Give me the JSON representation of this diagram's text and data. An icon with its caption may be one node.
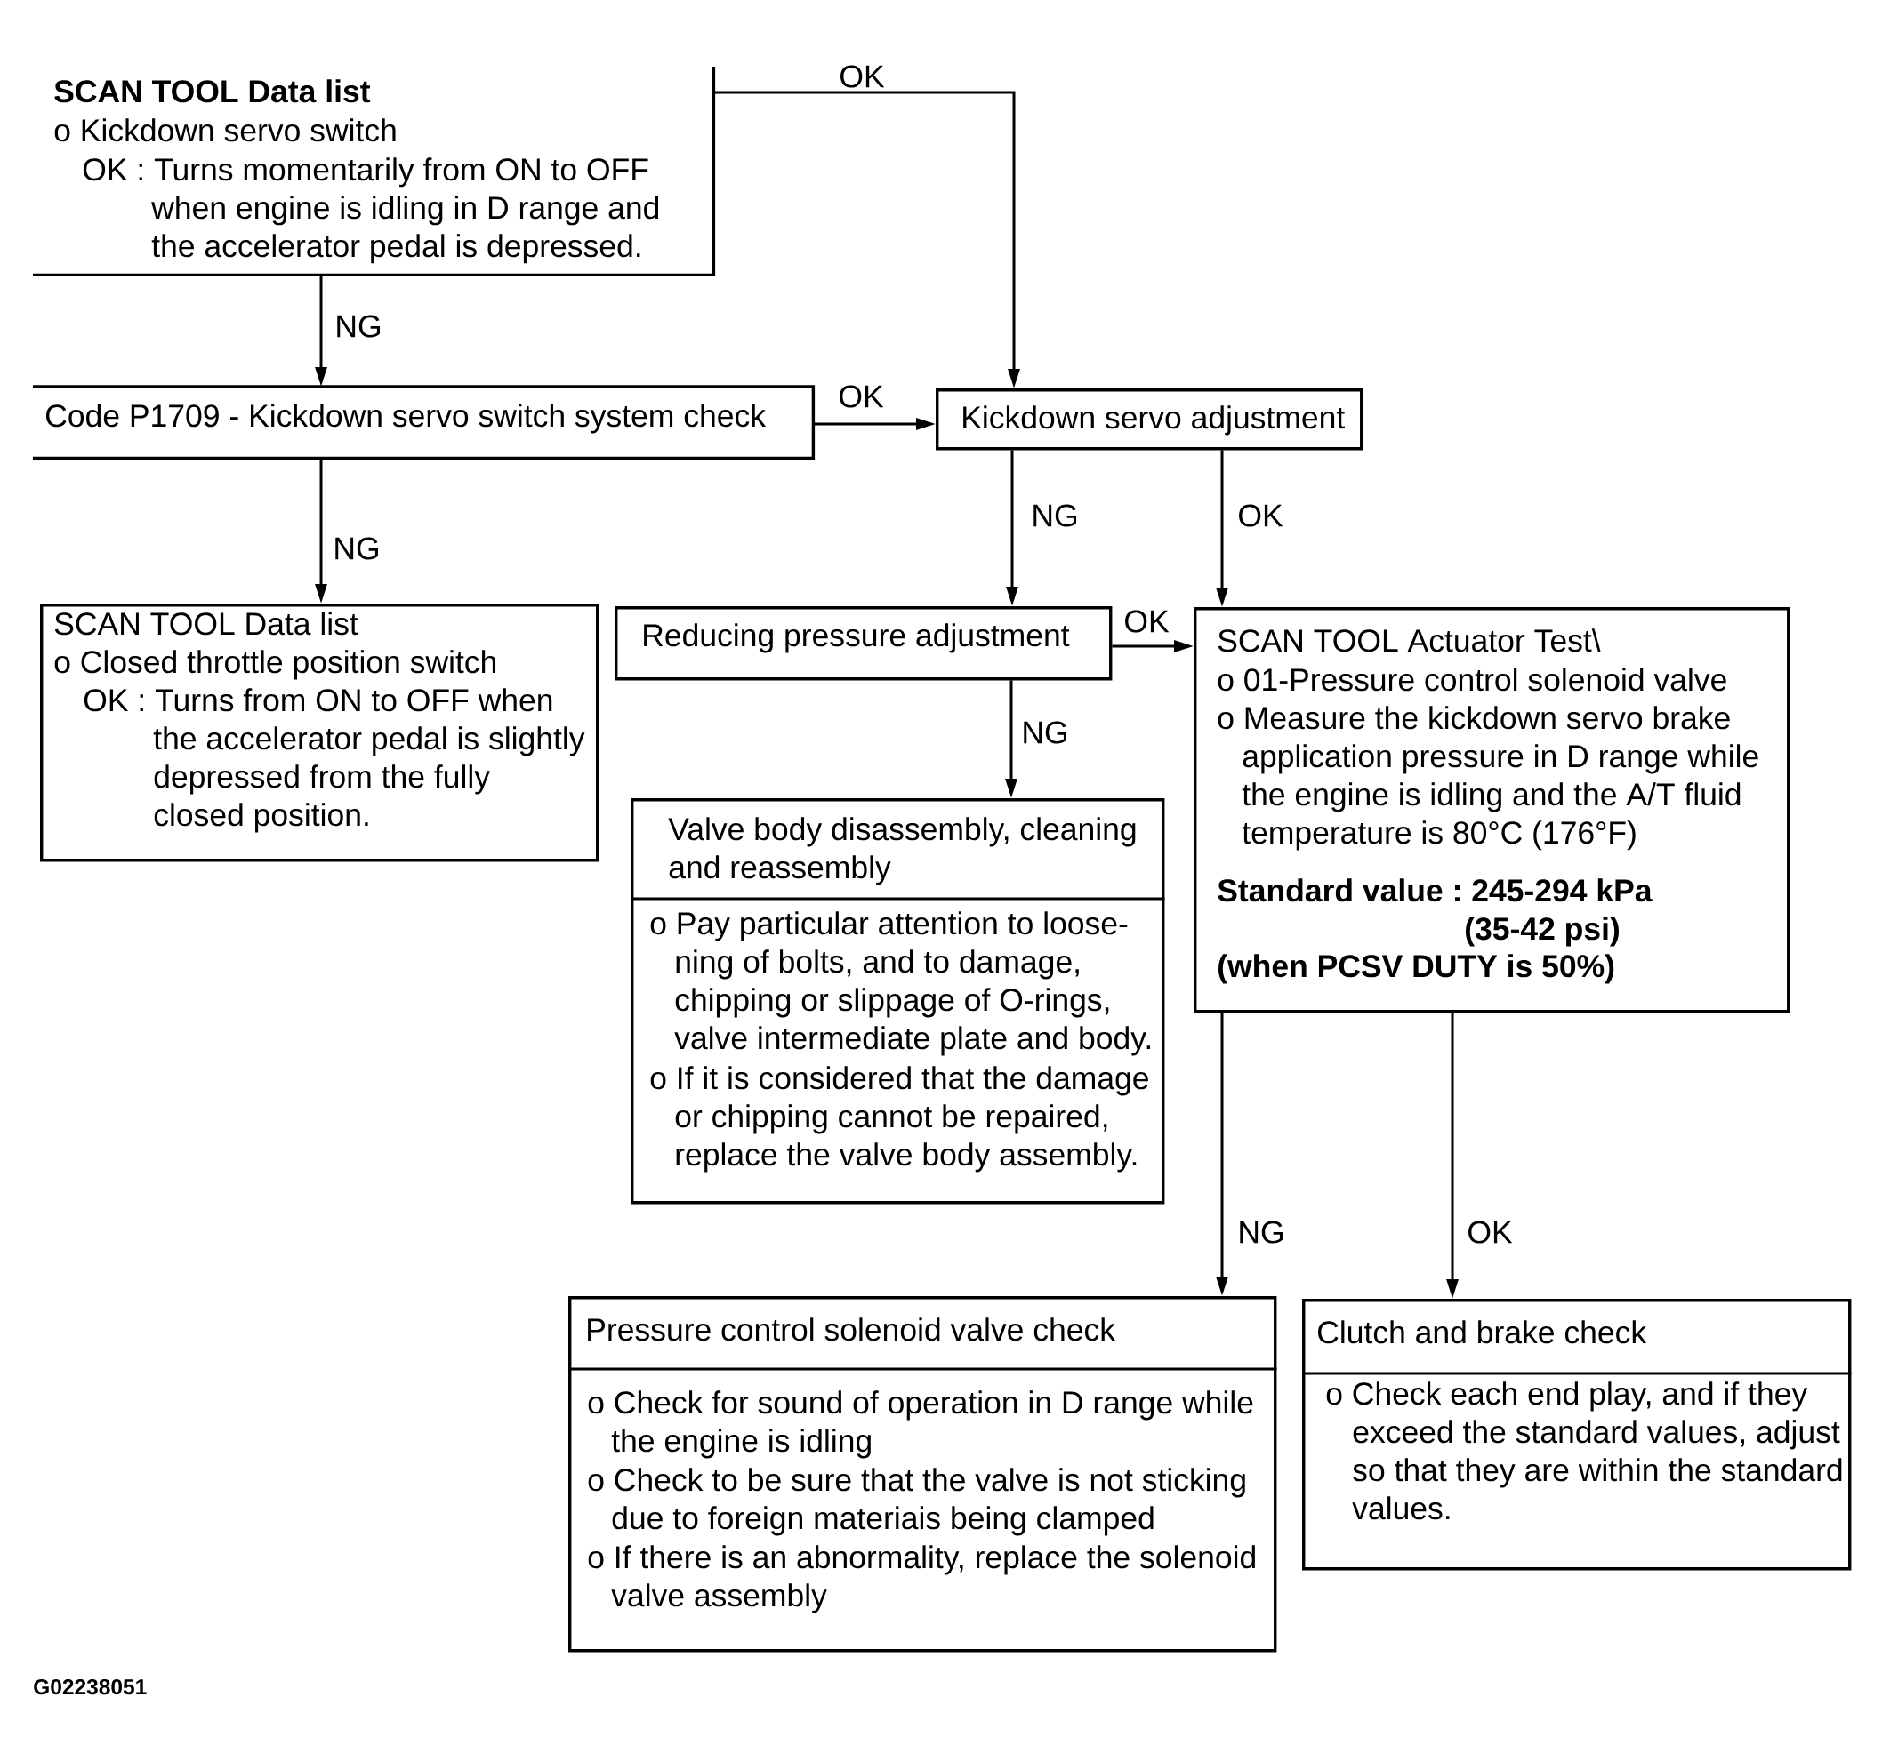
{
  "diagram": {
    "nodes": [
      {
        "text": [
          "SCAN TOOL Data list",
          "o Kickdown servo switch",
          "OK : Turns momentarily from ON to OFF when engine is idling in D range and the accelerator pedal is depressed."
        ]
      },
      {
        "text": [
          "Code P1709 - Kickdown servo switch system check"
        ]
      },
      {
        "text": [
          "Kickdown servo adjustment"
        ]
      },
      {
        "text": [
          "SCAN TOOL Data list",
          "o Closed throttle position switch",
          "OK : Turns from ON to OFF when the accelerator pedal is slightly depressed from the fully closed position."
        ]
      },
      {
        "text": [
          "Reducing pressure adjustment"
        ]
      },
      {
        "text": [
          "SCAN TOOL Actuator Test\\",
          "o 01-Pressure control solenoid valve",
          "o Measure the kickdown servo brake application pressure in D range while the engine is idling and the A/T fluid temperature is 80°C (176°F)",
          "Standard value : 245-294 kPa (35-42 psi)",
          "(when PCSV DUTY is 50%)"
        ]
      },
      {
        "text": [
          "Valve body disassembly, cleaning and reassembly",
          "o Pay particular attention to loose-ning of bolts, and to damage, chipping or slippage of O-rings, valve intermediate plate and body.",
          "o If it is considered that the damage or chipping cannot be repaired, replace the valve body assembly."
        ]
      },
      {
        "text": [
          "Pressure control solenoid valve check",
          "o Check for sound of operation in D range while the engine is idling",
          "o Check to be sure that the valve is not sticking due to foreign materiais being clamped",
          "o If there is an abnormality, replace the solenoid valve assembly"
        ]
      },
      {
        "text": [
          "Clutch and brake check",
          "o Check each end play, and if they exceed the standard values, adjust so that they are within the standard values."
        ]
      }
    ],
    "edges": [
      {
        "from": 0,
        "to": 2,
        "label": "OK",
        "arrow": "to"
      },
      {
        "from": 0,
        "to": 1,
        "label": "NG",
        "arrow": "to"
      },
      {
        "from": 1,
        "to": 2,
        "label": "OK",
        "arrow": "to"
      },
      {
        "from": 1,
        "to": 3,
        "label": "NG",
        "arrow": "to"
      },
      {
        "from": 2,
        "to": 4,
        "label": "NG",
        "arrow": "to"
      },
      {
        "from": 2,
        "to": 5,
        "label": "OK",
        "arrow": "to"
      },
      {
        "from": 4,
        "to": 5,
        "label": "OK",
        "arrow": "to"
      },
      {
        "from": 4,
        "to": 6,
        "label": "NG",
        "arrow": "to"
      },
      {
        "from": 5,
        "to": 7,
        "label": "NG",
        "arrow": "to"
      },
      {
        "from": 5,
        "to": 8,
        "label": "OK",
        "arrow": "to"
      }
    ],
    "labels": [
      "G02238051"
    ]
  }
}
